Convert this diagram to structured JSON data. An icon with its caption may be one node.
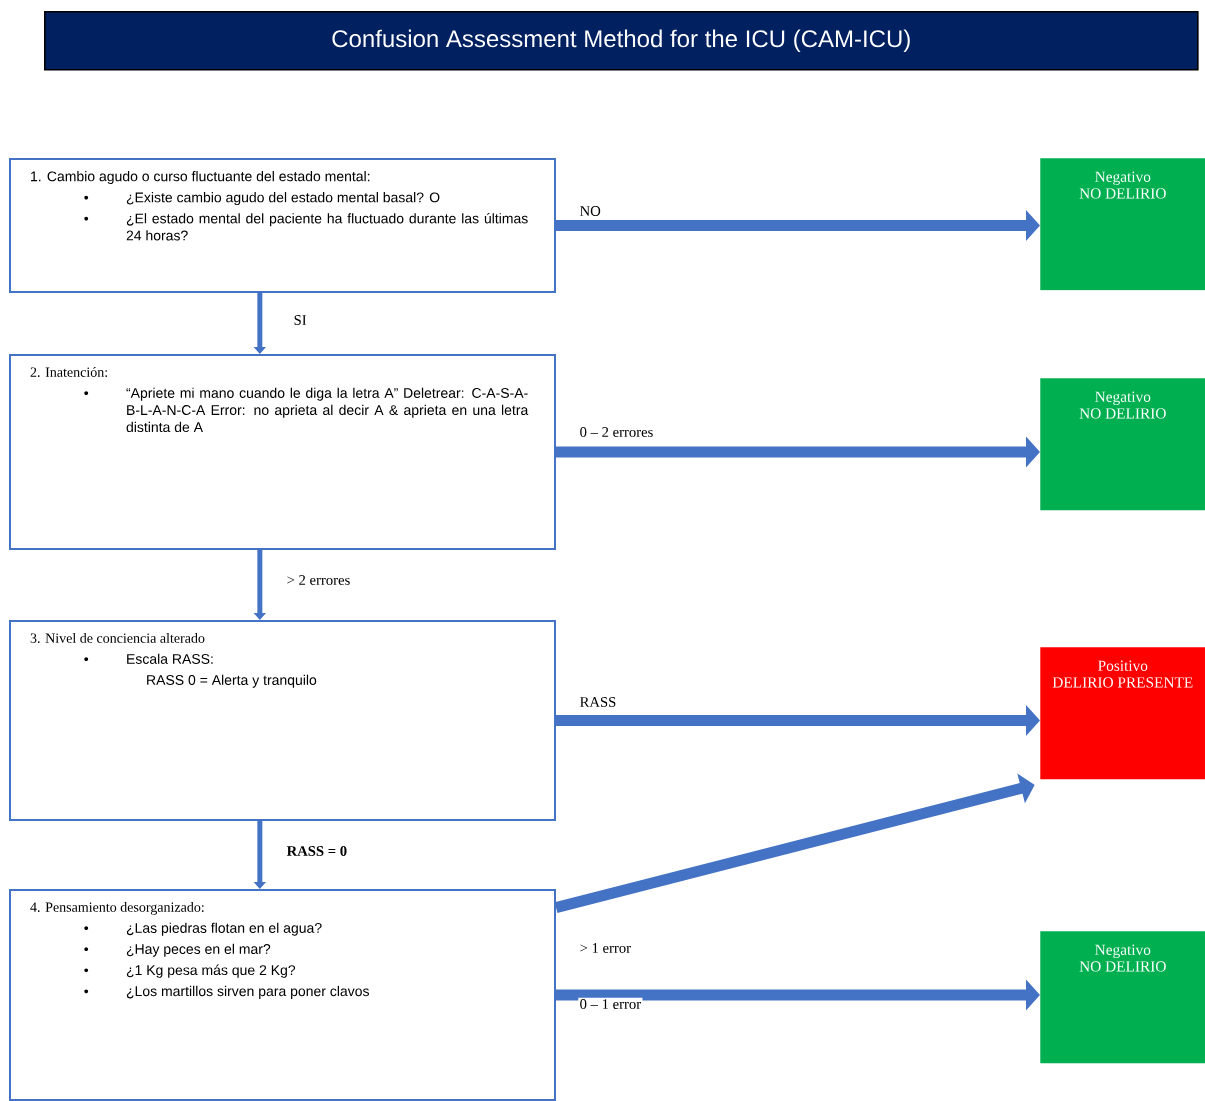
{
  "diagram": {
    "title": "Confusion Assessment Method for the ICU (CAM-ICU)",
    "nodes": [
      {
        "text": [
          "1. Cambio agudo o curso fluctuante del estado mental:",
          "¿Existe cambio agudo del estado mental basal? O",
          "¿El estado mental del paciente ha fluctuado durante las últimas 24 horas?"
        ]
      },
      {
        "text": [
          "Negativo",
          "NO DELIRIO"
        ]
      },
      {
        "text": [
          "2. Inatención:",
          "“Apriete mi mano cuando le diga la letra A” Deletrear: C-A-S-A-B-L-A-N-C-A Error: no aprieta al decir A & aprieta en una letra distinta de A"
        ]
      },
      {
        "text": [
          "Negativo",
          "NO DELIRIO"
        ]
      },
      {
        "text": [
          "3. Nivel de conciencia alterado",
          "Escala RASS:",
          "RASS 0 = Alerta y tranquilo"
        ]
      },
      {
        "text": [
          "Positivo",
          "DELIRIO PRESENTE"
        ]
      },
      {
        "text": [
          "4. Pensamiento desorganizado:",
          "¿Las piedras flotan en el agua?",
          "¿Hay peces en el mar?",
          "¿1 Kg pesa más que 2 Kg?",
          "¿Los martillos sirven para poner clavos"
        ]
      },
      {
        "text": [
          "Negativo",
          "NO DELIRIO"
        ]
      }
    ],
    "edges": [
      {
        "from": 0,
        "to": 1,
        "arrow": "to",
        "label": "NO"
      },
      {
        "from": 0,
        "to": 2,
        "arrow": "to",
        "label": "SI"
      },
      {
        "from": 2,
        "to": 3,
        "arrow": "to",
        "label": "0 – 2 errores"
      },
      {
        "from": 2,
        "to": 4,
        "arrow": "to",
        "label": "> 2 errores"
      },
      {
        "from": 4,
        "to": 5,
        "arrow": "to",
        "label": "RASS"
      },
      {
        "from": 4,
        "to": 6,
        "arrow": "to",
        "label": "RASS = 0"
      },
      {
        "from": 6,
        "to": 5,
        "arrow": "to",
        "label": "> 1 error"
      },
      {
        "from": 6,
        "to": 7,
        "arrow": "to",
        "label": "0 – 1 error"
      }
    ],
    "labels": [
      "•",
      "•",
      "•",
      "•",
      "•",
      "•",
      "•",
      "•"
    ]
  }
}
